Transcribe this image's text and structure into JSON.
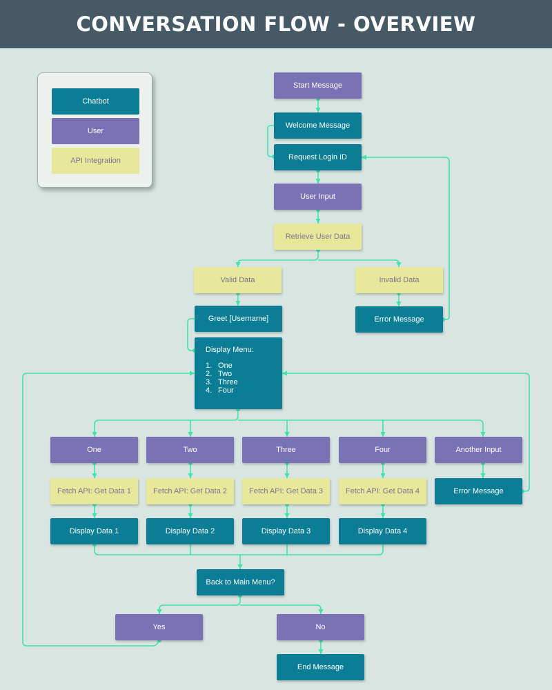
{
  "header": {
    "title": "CONVERSATION FLOW - OVERVIEW"
  },
  "colors": {
    "chatbot": "#0b7e96",
    "user": "#7b72b6",
    "api": "#e7e89a",
    "connector": "#3de3b0",
    "header_bg": "#465a66",
    "background": "#d9e5e1"
  },
  "legend": {
    "chatbot": "Chatbot",
    "user": "User",
    "api": "API Integration"
  },
  "nodes": {
    "start": "Start Message",
    "welcome": "Welcome Message",
    "request_login": "Request Login ID",
    "user_input": "User Input",
    "retrieve": "Retrieve User Data",
    "valid": "Valid Data",
    "invalid": "Invalid Data",
    "error_login": "Error Message",
    "greet": "Greet [Username]",
    "menu": {
      "title": "Display Menu:",
      "options": [
        {
          "num": "1.",
          "label": "One"
        },
        {
          "num": "2.",
          "label": "Two"
        },
        {
          "num": "3.",
          "label": "Three"
        },
        {
          "num": "4.",
          "label": "Four"
        }
      ]
    },
    "opt_one": "One",
    "opt_two": "Two",
    "opt_three": "Three",
    "opt_four": "Four",
    "opt_other": "Another Input",
    "fetch_1": "Fetch API: Get Data 1",
    "fetch_2": "Fetch API: Get Data 2",
    "fetch_3": "Fetch API: Get Data 3",
    "fetch_4": "Fetch API: Get Data 4",
    "error_menu": "Error Message",
    "display_1": "Display Data 1",
    "display_2": "Display Data 2",
    "display_3": "Display Data 3",
    "display_4": "Display Data 4",
    "back": "Back to Main Menu?",
    "yes": "Yes",
    "no": "No",
    "end": "End Message"
  }
}
